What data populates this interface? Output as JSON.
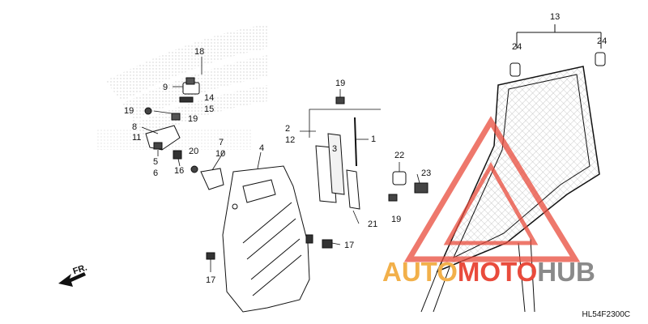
{
  "diagram": {
    "callouts": [
      {
        "id": "c18",
        "text": "18"
      },
      {
        "id": "c9",
        "text": "9"
      },
      {
        "id": "c14",
        "text": "14"
      },
      {
        "id": "c15",
        "text": "15"
      },
      {
        "id": "c19a",
        "text": "19"
      },
      {
        "id": "c19b",
        "text": "19"
      },
      {
        "id": "c8",
        "text": "8"
      },
      {
        "id": "c11",
        "text": "11"
      },
      {
        "id": "c5",
        "text": "5"
      },
      {
        "id": "c6",
        "text": "6"
      },
      {
        "id": "c16",
        "text": "16"
      },
      {
        "id": "c20",
        "text": "20"
      },
      {
        "id": "c7",
        "text": "7"
      },
      {
        "id": "c10",
        "text": "10"
      },
      {
        "id": "c4",
        "text": "4"
      },
      {
        "id": "c19c",
        "text": "19"
      },
      {
        "id": "c2",
        "text": "2"
      },
      {
        "id": "c12",
        "text": "12"
      },
      {
        "id": "c3",
        "text": "3"
      },
      {
        "id": "c1",
        "text": "1"
      },
      {
        "id": "c22",
        "text": "22"
      },
      {
        "id": "c23",
        "text": "23"
      },
      {
        "id": "c19d",
        "text": "19"
      },
      {
        "id": "c21",
        "text": "21"
      },
      {
        "id": "c17a",
        "text": "17"
      },
      {
        "id": "c17b",
        "text": "17"
      },
      {
        "id": "c13",
        "text": "13"
      },
      {
        "id": "c24a",
        "text": "24"
      },
      {
        "id": "c24b",
        "text": "24"
      }
    ],
    "front_label": "FR.",
    "diagram_code": "HL54F2300C"
  },
  "watermark": {
    "part1": "AUTO",
    "part2": "MOTO",
    "part3": "HUB",
    "colors": {
      "auto": "#f2b04a",
      "moto": "#e94b3c",
      "hub": "#8a8a8a",
      "triangle": "#e94b3c"
    }
  }
}
